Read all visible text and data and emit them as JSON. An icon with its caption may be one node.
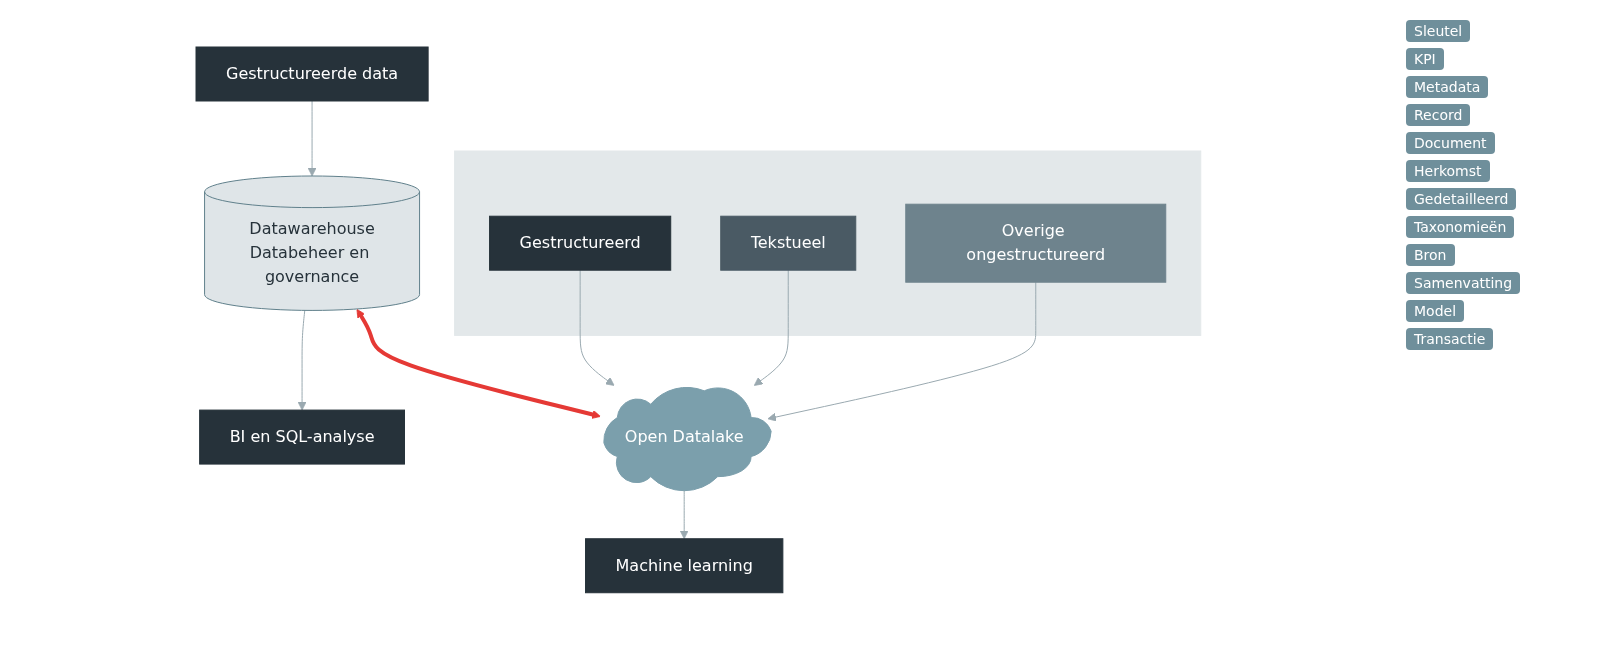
{
  "diagram": {
    "nodes": [
      {
        "text": [
          "Gestructureerde data"
        ]
      },
      {
        "text": [
          "Datawarehouse",
          "Databeheer en governance"
        ]
      },
      {
        "text": [
          "BI en SQL-analyse"
        ]
      },
      {
        "text": [],
        "shape": "box"
      },
      {
        "text": [
          "Gestructureerd"
        ],
        "in": 3
      },
      {
        "text": [
          "Tekstueel"
        ],
        "in": 3
      },
      {
        "text": [
          "Overige ongestructureerd"
        ],
        "in": 3
      },
      {
        "text": [
          "Open Datalake"
        ]
      },
      {
        "text": [
          "Machine learning"
        ]
      }
    ],
    "edges": [
      {
        "from": 0,
        "to": 1,
        "arrow": "to"
      },
      {
        "from": 1,
        "to": 2,
        "arrow": "to"
      },
      {
        "from": 1,
        "to": 7,
        "arrow": "both",
        "style": "thick",
        "color": "#e53935"
      },
      {
        "from": 4,
        "to": 7,
        "arrow": "to"
      },
      {
        "from": 5,
        "to": 7,
        "arrow": "to"
      },
      {
        "from": 6,
        "to": 7,
        "arrow": "to"
      },
      {
        "from": 7,
        "to": 8,
        "arrow": "to"
      }
    ],
    "labels": [
      "Sleutel",
      "KPI",
      "Metadata",
      "Record",
      "Document",
      "Herkomst",
      "Gedetailleerd",
      "Taxonomieën",
      "Bron",
      "Samenvatting",
      "Model",
      "Transactie"
    ]
  }
}
